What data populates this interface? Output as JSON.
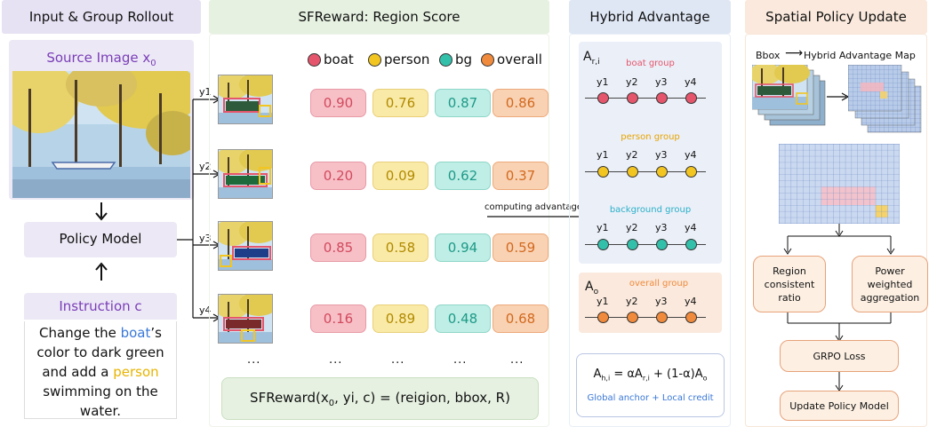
{
  "panel1": {
    "title": "Input & Group Rollout",
    "source_label": "Source Image x",
    "source_sub": "0",
    "policy_label": "Policy Model",
    "instruction_label": "Instruction c",
    "instruction": {
      "p1": "Change the ",
      "boat": "boat",
      "p2": "’s color to dark green and add a ",
      "person": "person",
      "p3": " swimming on the water."
    }
  },
  "panel2": {
    "title": "SFReward: Region Score",
    "legend": [
      {
        "label": "boat",
        "color": "#e5566c"
      },
      {
        "label": "person",
        "color": "#f2c521"
      },
      {
        "label": "bg",
        "color": "#33c0aa"
      },
      {
        "label": "overall",
        "color": "#f08a3c"
      }
    ],
    "rows": [
      {
        "label": "y1",
        "scores": [
          "0.90",
          "0.76",
          "0.87",
          "0.86"
        ]
      },
      {
        "label": "y2",
        "scores": [
          "0.20",
          "0.09",
          "0.62",
          "0.37"
        ]
      },
      {
        "label": "y3",
        "scores": [
          "0.85",
          "0.58",
          "0.94",
          "0.59"
        ]
      },
      {
        "label": "y4",
        "scores": [
          "0.16",
          "0.89",
          "0.48",
          "0.68"
        ]
      }
    ],
    "ellipsis": "...",
    "formula": {
      "a": "SFReward(x",
      "s0": "0",
      "b": ", yi, c) = (reigion, bbox, R)"
    }
  },
  "panel3": {
    "title": "Hybrid Advantage",
    "ar_label": {
      "main": "A",
      "sub": "r,i"
    },
    "groups": [
      {
        "name": "boat group",
        "color": "#e5566c",
        "label_color": "#e5566c"
      },
      {
        "name": "person group",
        "color": "#f2c521",
        "label_color": "#e8a500"
      },
      {
        "name": "background group",
        "color": "#33c0aa",
        "label_color": "#2ab0c8"
      }
    ],
    "overall": {
      "label_main": "A",
      "label_sub": "o",
      "name": "overall group",
      "color": "#f08a3c"
    },
    "y_labels": [
      "y1",
      "y2",
      "y3",
      "y4"
    ],
    "arrow_text": "computing advantages",
    "hybrid_formula": {
      "a": "A",
      "as": "h,i",
      "b": " = αA",
      "bs": "r,i",
      "c": " + (1-α)A",
      "cs": "o"
    },
    "hybrid_note": "Global anchor + Local credit"
  },
  "panel4": {
    "title": "Spatial Policy Update",
    "bbox_text": "Bbox",
    "arrow_glyph": "⟶",
    "map_text": "Hybrid Advantage Map",
    "region_ratio": "Region consistent ratio",
    "power_agg": "Power weighted aggregation",
    "grpo": "GRPO Loss",
    "update": "Update Policy Model"
  },
  "colors": {
    "title_purple": "#e6e1f3",
    "title_green": "#e6f1e1",
    "title_blue": "#dfe7f5",
    "title_orange": "#fae9dc",
    "pill_red": "#f7c0c7",
    "pill_yellow": "#faeaa7",
    "pill_teal": "#bfeee6",
    "pill_orange": "#f9d2b4"
  }
}
